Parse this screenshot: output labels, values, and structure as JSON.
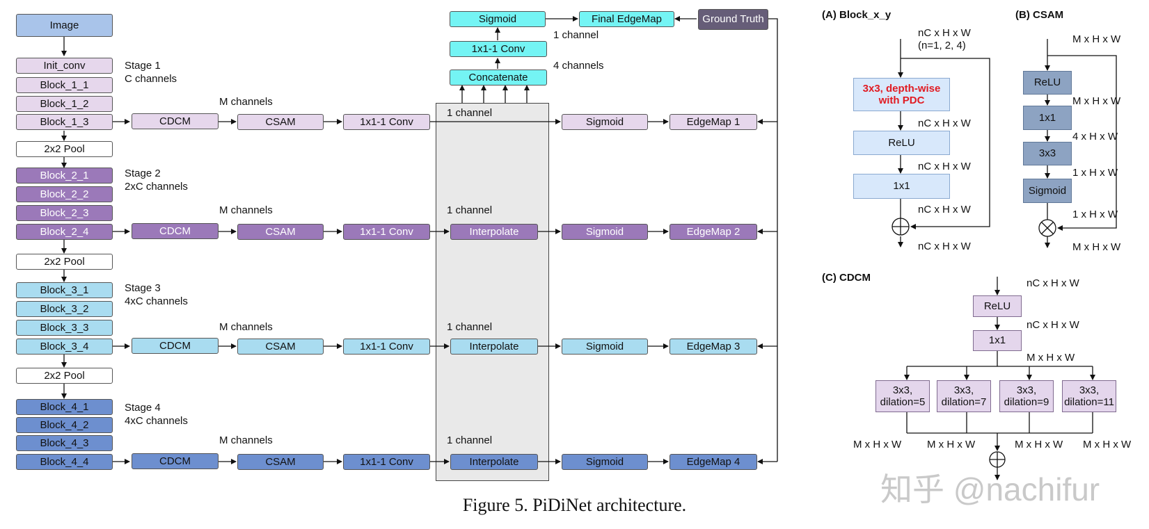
{
  "main": {
    "image": "Image",
    "init_conv": "Init_conv",
    "stage1": {
      "title": "Stage 1",
      "channels": "C channels",
      "blocks": [
        "Block_1_1",
        "Block_1_2",
        "Block_1_3"
      ]
    },
    "stage2": {
      "title": "Stage 2",
      "channels": "2xC channels",
      "blocks": [
        "Block_2_1",
        "Block_2_2",
        "Block_2_3",
        "Block_2_4"
      ]
    },
    "stage3": {
      "title": "Stage 3",
      "channels": "4xC channels",
      "blocks": [
        "Block_3_1",
        "Block_3_2",
        "Block_3_3",
        "Block_3_4"
      ]
    },
    "stage4": {
      "title": "Stage 4",
      "channels": "4xC channels",
      "blocks": [
        "Block_4_1",
        "Block_4_2",
        "Block_4_3",
        "Block_4_4"
      ]
    },
    "pool": "2x2 Pool",
    "cdcm": "CDCM",
    "csam": "CSAM",
    "conv1x1": "1x1-1 Conv",
    "m_channels": "M channels",
    "one_channel": "1 channel",
    "four_channels": "4 channels",
    "interpolate": "Interpolate",
    "sigmoid": "Sigmoid",
    "edgemaps": [
      "EdgeMap 1",
      "EdgeMap 2",
      "EdgeMap 3",
      "EdgeMap 4"
    ],
    "concatenate": "Concatenate",
    "top_conv": "1x1-1 Conv",
    "top_sigmoid": "Sigmoid",
    "final_edgemap": "Final EdgeMap",
    "ground_truth": "Ground Truth"
  },
  "panel_a": {
    "title": "(A) Block_x_y",
    "in_dims": "nC x H x W",
    "n_note": "(n=1, 2, 4)",
    "pdc_line1": "3x3, depth-wise",
    "pdc_line2": "with PDC",
    "relu": "ReLU",
    "conv1x1": "1x1",
    "dim1": "nC x H x W",
    "dim2": "nC x H x W",
    "dim3": "nC x H x W",
    "out_dims": "nC x H x W"
  },
  "panel_b": {
    "title": "(B) CSAM",
    "in_dims": "M x H x W",
    "relu": "ReLU",
    "conv1x1": "1x1",
    "conv3x3": "3x3",
    "sigmoid": "Sigmoid",
    "dim1": "M x H x W",
    "dim2": "4 x H x W",
    "dim3": "1 x H x W",
    "dim4": "1 x H x W",
    "out_dims": "M x H x W"
  },
  "panel_c": {
    "title": "(C) CDCM",
    "in_dims": "nC x H x W",
    "relu": "ReLU",
    "dim1": "nC x H x W",
    "conv1x1": "1x1",
    "dim2": "M x H x W",
    "branches": [
      {
        "line1": "3x3,",
        "line2": "dilation=5"
      },
      {
        "line1": "3x3,",
        "line2": "dilation=7"
      },
      {
        "line1": "3x3,",
        "line2": "dilation=9"
      },
      {
        "line1": "3x3,",
        "line2": "dilation=11"
      }
    ],
    "branch_dims": "M x H x W"
  },
  "caption": "Figure 5. PiDiNet architecture.",
  "watermark": "知乎 @nachifur",
  "colors": {
    "image": "#a9c4ea",
    "stage1": "#e6d7ec",
    "stage2": "#9b79b9",
    "stage3": "#a9dcf0",
    "stage4": "#6d8fcf",
    "cyan": "#74f4f4",
    "ground_truth": "#665d78",
    "pdc_text": "#e11b22"
  }
}
